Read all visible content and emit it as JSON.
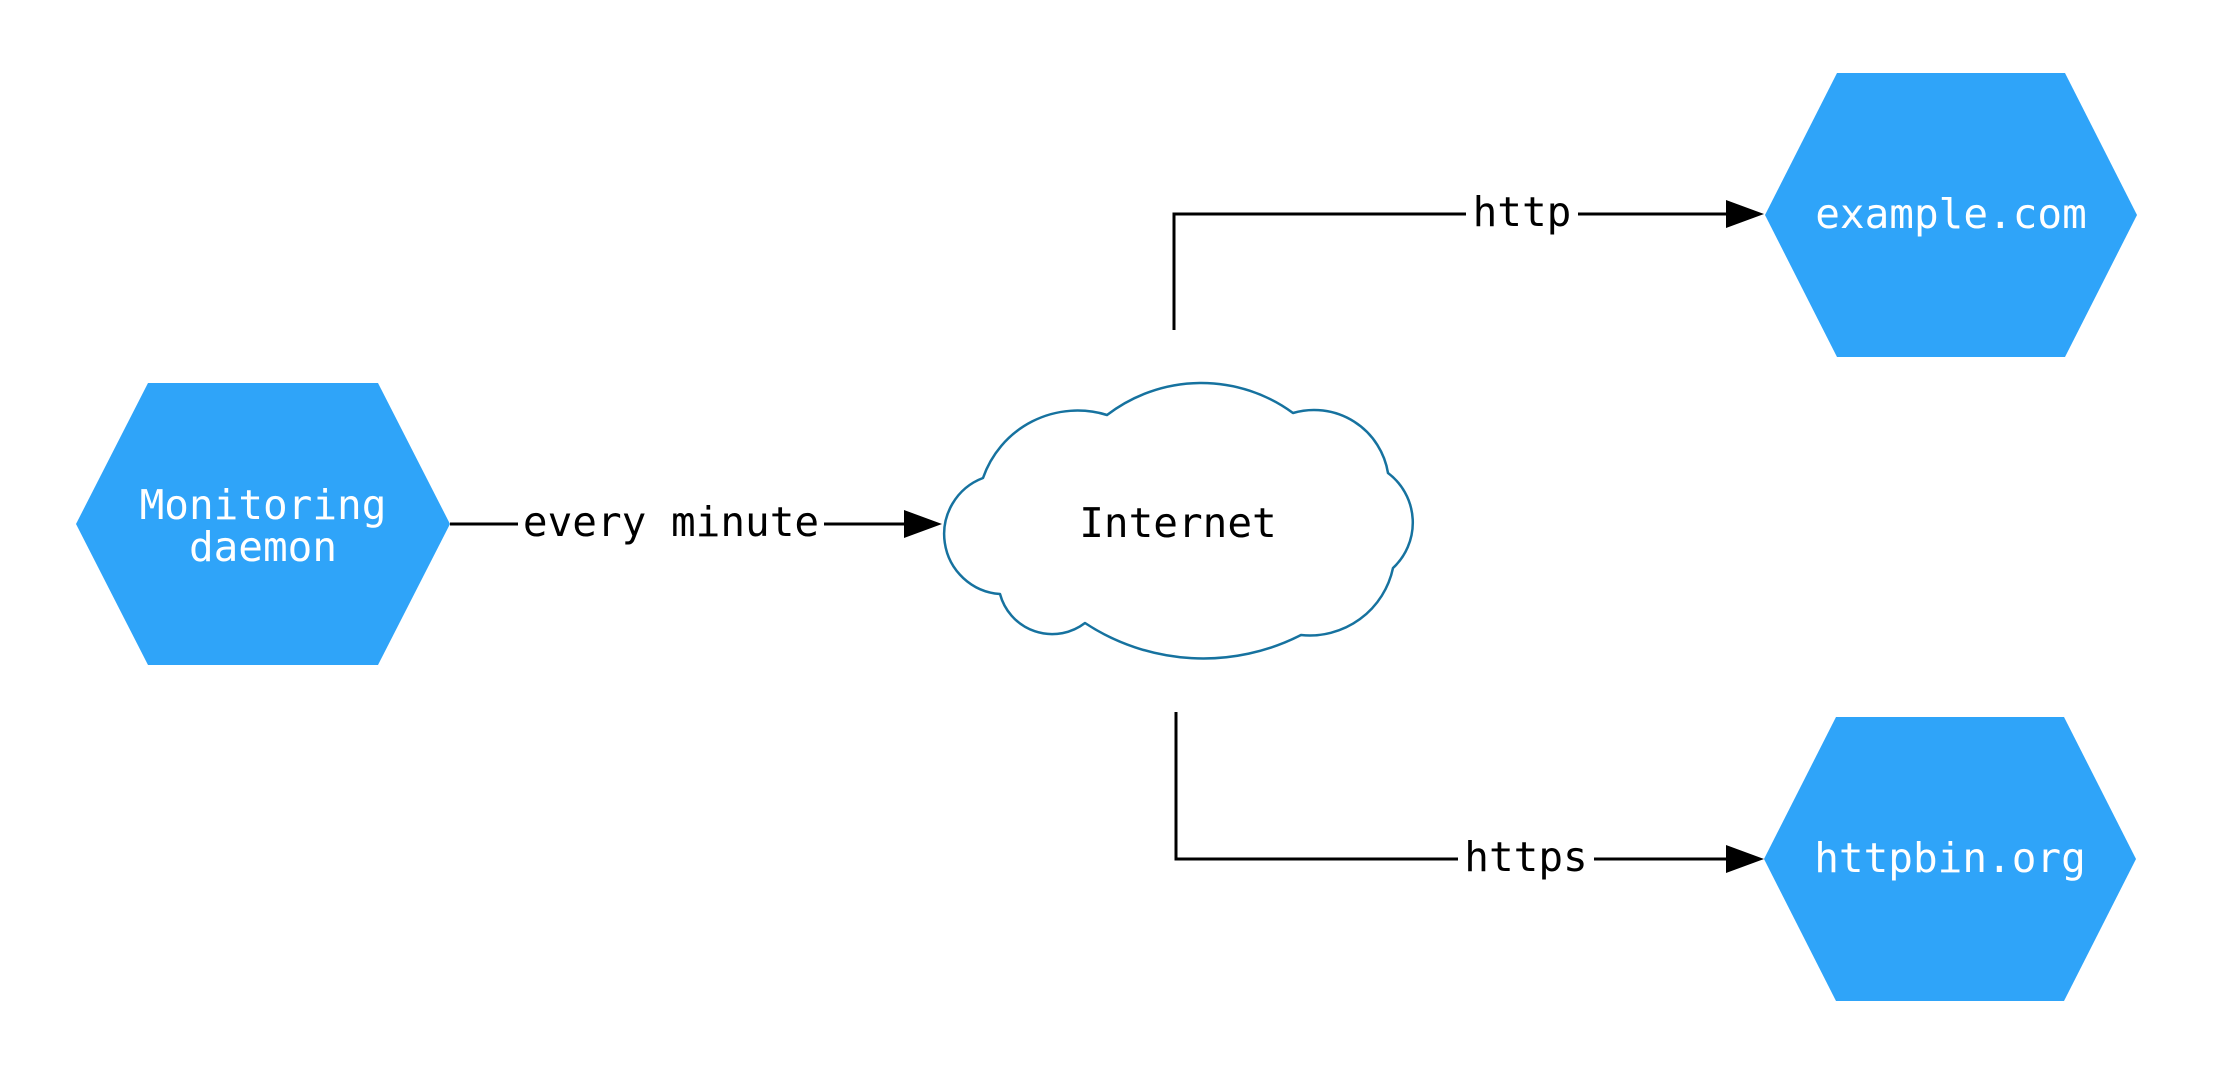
{
  "diagram": {
    "colors": {
      "background": "#ffffff",
      "node_fill": "#2fa4f9",
      "node_text": "#ffffff",
      "cloud_fill": "#ffffff",
      "cloud_stroke": "#16729f",
      "edge": "#000000",
      "edge_label_text": "#000000"
    },
    "nodes": [
      {
        "id": "monitoring-daemon",
        "shape": "hexagon",
        "label_lines": [
          "Monitoring",
          "daemon"
        ]
      },
      {
        "id": "internet",
        "shape": "cloud",
        "label": "Internet"
      },
      {
        "id": "example-com",
        "shape": "hexagon",
        "label": "example.com"
      },
      {
        "id": "httpbin-org",
        "shape": "hexagon",
        "label": "httpbin.org"
      }
    ],
    "edges": [
      {
        "from": "monitoring-daemon",
        "to": "internet",
        "label": "every minute"
      },
      {
        "from": "internet",
        "to": "example-com",
        "label": "http"
      },
      {
        "from": "internet",
        "to": "httpbin-org",
        "label": "https"
      }
    ]
  }
}
